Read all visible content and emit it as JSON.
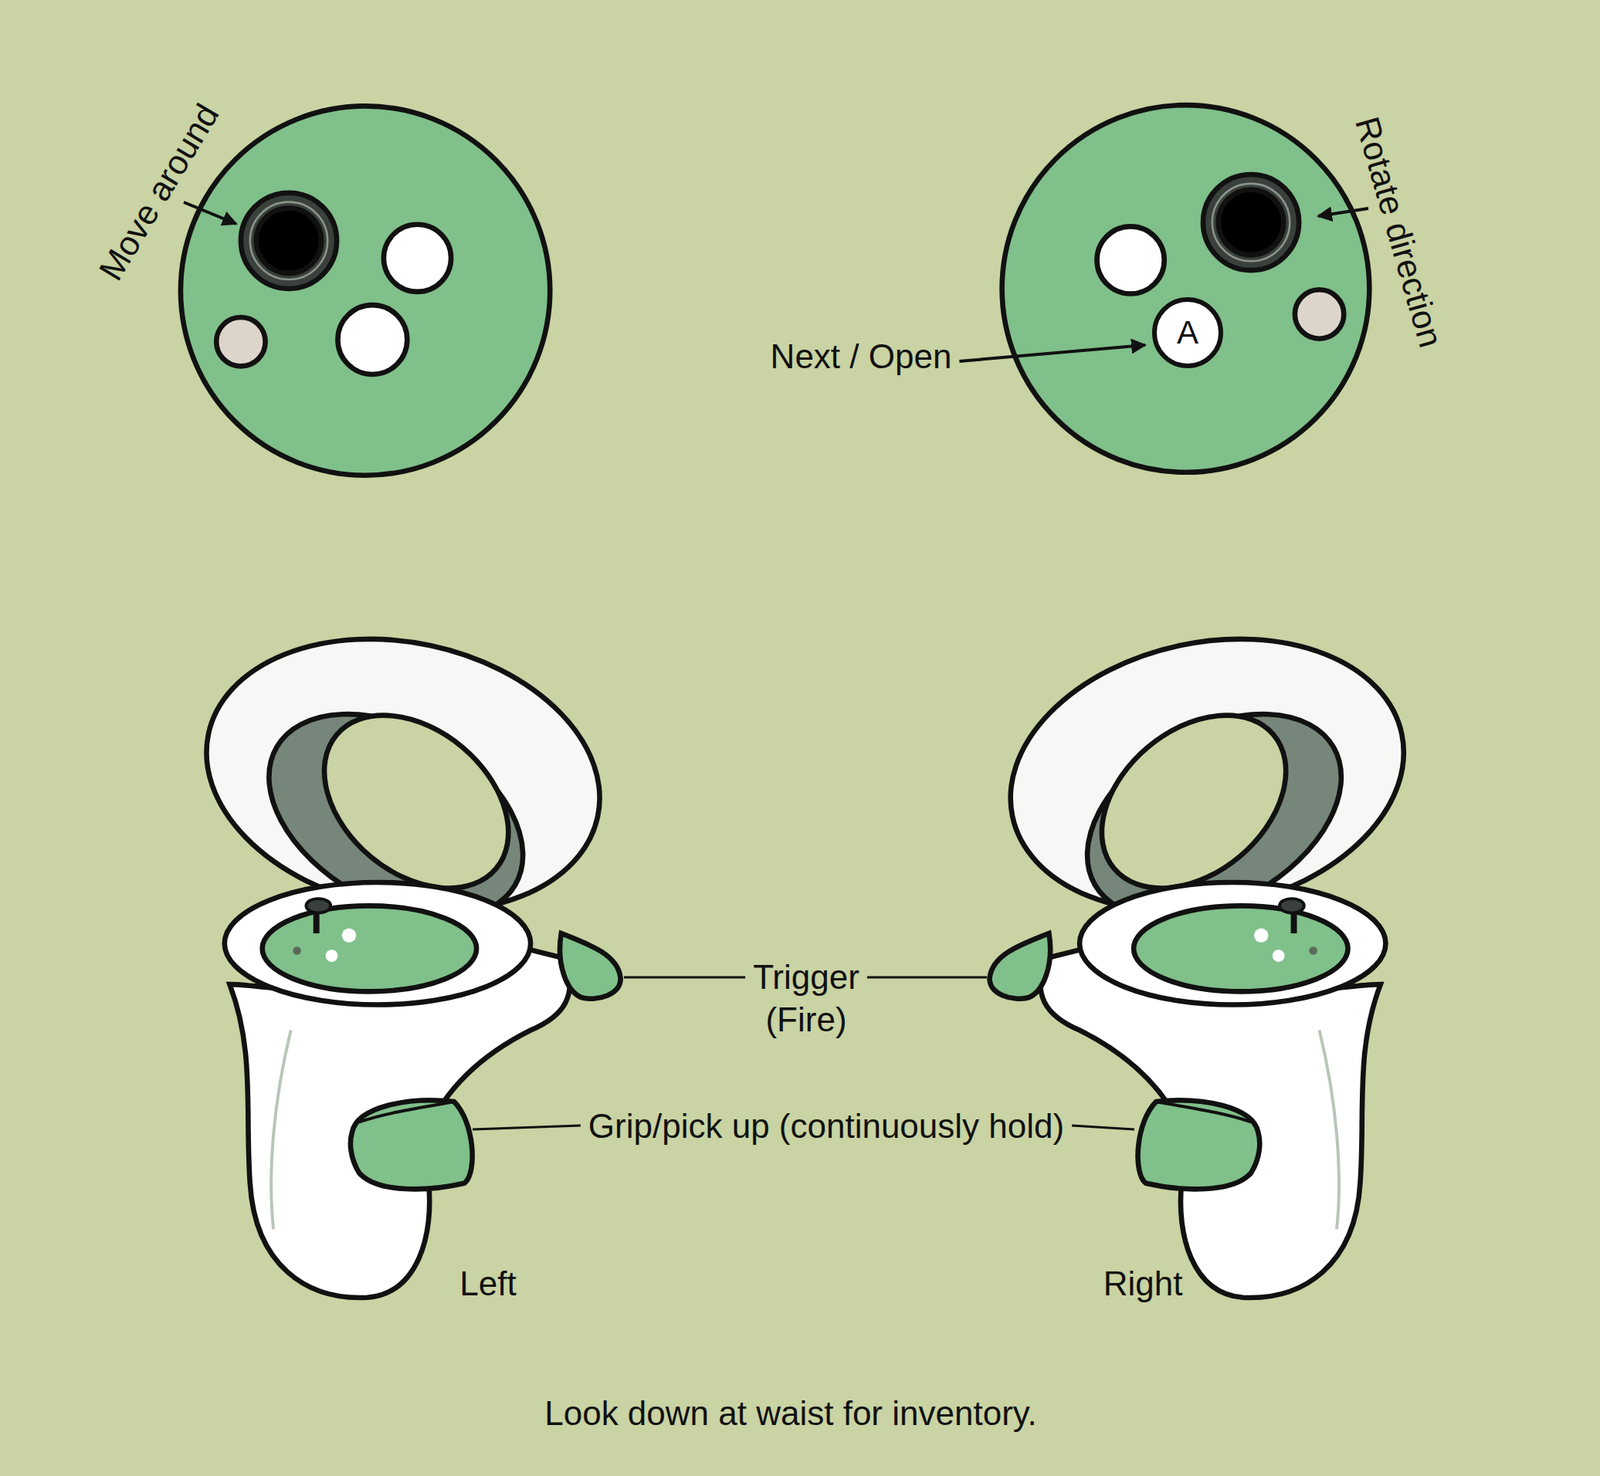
{
  "diagram": {
    "caption": "Look down at waist for inventory.",
    "nodes": [
      {
        "text": [
          "A"
        ]
      }
    ],
    "labels": [
      "Move around",
      "Rotate direction",
      "Next / Open",
      "Trigger (Fire)",
      "Grip/pick up (continuously hold)",
      "Left",
      "Right"
    ]
  }
}
